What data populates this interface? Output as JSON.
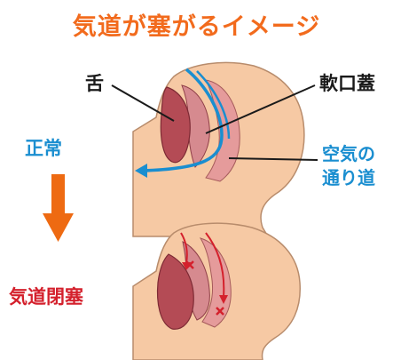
{
  "title": "気道が塞がるイメージ",
  "labels": {
    "tongue": "舌",
    "soft_palate": "軟口蓋",
    "normal": "正常",
    "airway_line1": "空気の",
    "airway_line2": "通り道",
    "obstructed": "気道閉塞"
  },
  "colors": {
    "title": "#f26b1d",
    "normal": "#1a8ed0",
    "obstructed": "#d4202c",
    "skin": "#f6c9a4",
    "skin_outline": "#b88c6c",
    "tongue": "#b44b55",
    "tissue": "#e59b9b",
    "arrow_down": "#ee6a12"
  },
  "icons": {
    "down_arrow": "down-arrow-icon",
    "block_marks": "x-mark-icon"
  }
}
